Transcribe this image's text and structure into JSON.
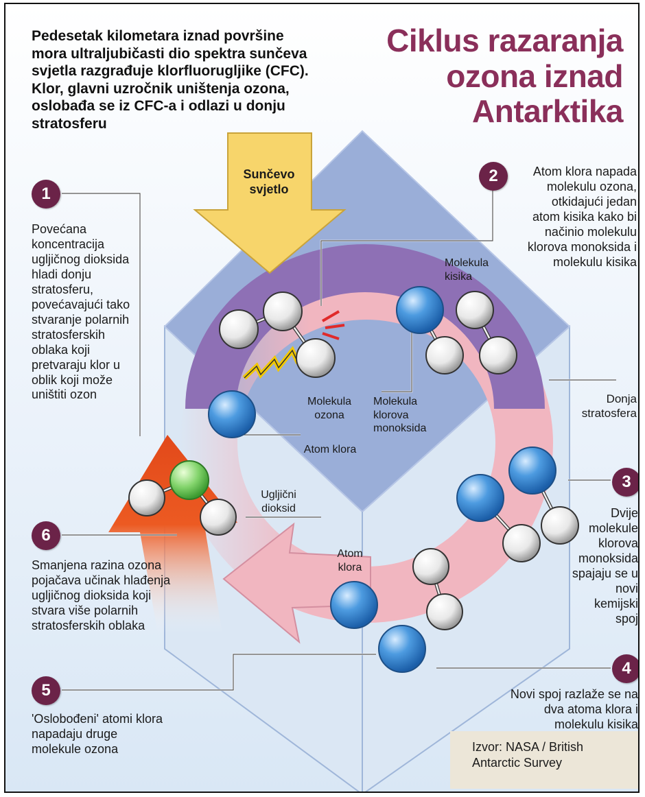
{
  "title": "Ciklus razaranja ozona iznad Antarktika",
  "intro": "Pedesetak kilometara iznad površine mora ultraljubičasti dio spektra sunčeva svjetla razgrađuje klorfluorugljike (CFC). Klor, glavni uzročnik uništenja ozona, oslobađa se iz CFC-a i odlazi u donju stratosferu",
  "sunlight_label": "Sunčevo svjetlo",
  "steps": [
    {
      "number": "1",
      "text": "Povećana koncentracija ugljičnog dioksida hladi donju stratosferu, povećavajući tako stvaranje polarnih stratosferskih oblaka koji pretvaraju klor u oblik koji može uništiti ozon"
    },
    {
      "number": "2",
      "text": "Atom klora napada molekulu ozona, otkidajući jedan atom kisika kako bi načinio molekulu klorova monoksida i molekulu kisika"
    },
    {
      "number": "3",
      "text": "Dvije molekule klorova monoksida spajaju se u novi kemijski spoj"
    },
    {
      "number": "4",
      "text": "Novi spoj razlaže se na dva atoma klora i molekulu kisika"
    },
    {
      "number": "5",
      "text": "'Oslobođeni' atomi klora napadaju druge molekule ozona"
    },
    {
      "number": "6",
      "text": "Smanjena razina ozona pojačava učinak hlađenja ugljičnog dioksida koji stvara više polarnih stratosferskih oblaka"
    }
  ],
  "labels": {
    "oxygen_molecule": "Molekula kisika",
    "ozone_molecule": "Molekula ozona",
    "chlorine_monoxide": "Molekula klorova monoksida",
    "chlorine_atom_top": "Atom klora",
    "chlorine_atom_bottom": "Atom klora",
    "carbon_dioxide": "Ugljični dioksid",
    "lower_stratosphere": "Donja stratosfera"
  },
  "source": "Izvor: NASA / British Antarctic Survey",
  "colors": {
    "title": "#8a2f5a",
    "step_badge": "#6b2348",
    "upper_panel": "#9aaed8",
    "purple_band": "#8e70b5",
    "pink_ring": "#f1b6c0",
    "orange_arrow": "#ec5a22",
    "sun_arrow": "#f7d56b",
    "chlorine_atom": "#3a86c8",
    "oxygen_atom": "#e6e6e6",
    "carbon_atom": "#7fd36b",
    "source_box": "#ece6d8"
  }
}
